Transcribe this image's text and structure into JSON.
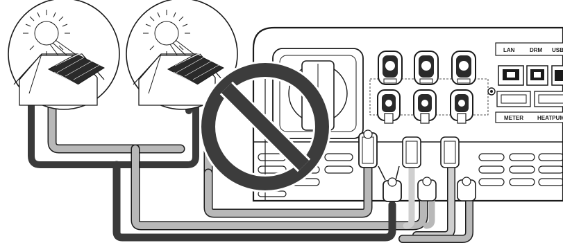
{
  "ports": {
    "lan": "LAN",
    "drm": "DRM",
    "usb": "USB",
    "meter": "METER",
    "heatpump": "HEATPUMP"
  },
  "icons": {
    "sun": "sun-icon",
    "house": "house-icon",
    "prohibited": "prohibited-icon"
  },
  "colors": {
    "dark_cable": "#3a3a3a",
    "light_cable": "#b8b8b8",
    "outline": "#1a1a1a",
    "prohibited": "#3c3c3c"
  }
}
